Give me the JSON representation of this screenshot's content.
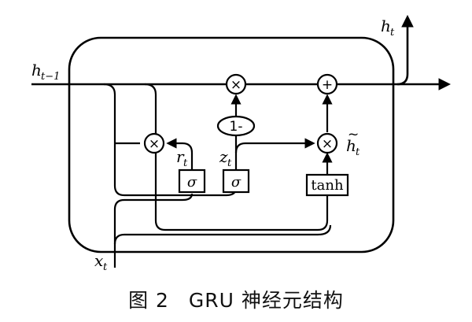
{
  "labels": {
    "h_prev": "h",
    "h_prev_sub": "t−1",
    "h_out": "h",
    "h_out_sub": "t",
    "x_in": "x",
    "x_in_sub": "t",
    "r": "r",
    "r_sub": "t",
    "z": "z",
    "z_sub": "t",
    "h_tilde": "h",
    "h_tilde_sub": "t",
    "tilde": "~"
  },
  "gates": {
    "sigma_r": "σ",
    "sigma_z": "σ",
    "tanh": "tanh",
    "one_minus": "1-",
    "mul_top": "×",
    "mul_reset": "×",
    "mul_update": "×",
    "add": "+"
  },
  "caption": {
    "fig": "图 2",
    "title": "GRU 神经元结构"
  }
}
